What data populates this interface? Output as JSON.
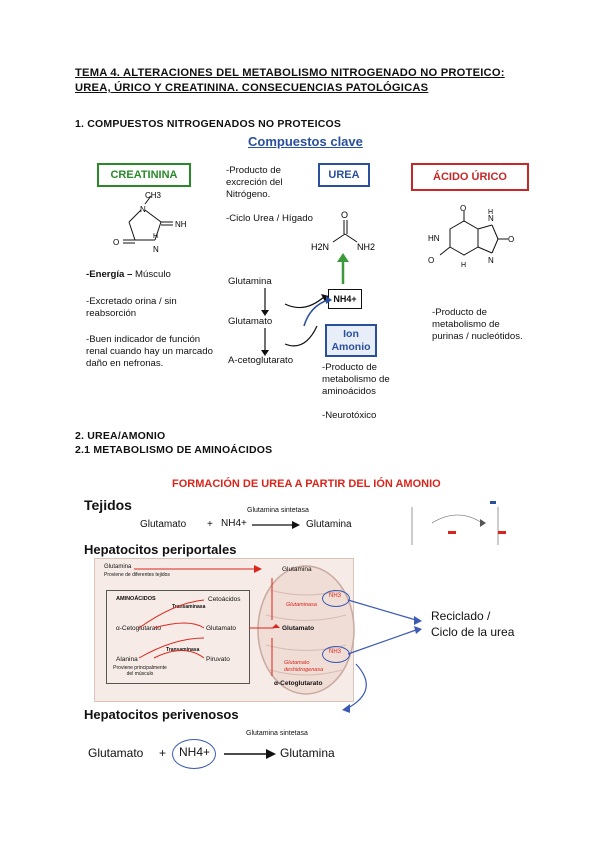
{
  "title": "TEMA 4. ALTERACIONES DEL METABOLISMO NITROGENADO NO PROTEICO: UREA, ÚRICO Y CREATININA. CONSECUENCIAS PATOLÓGICAS",
  "section1": {
    "heading": "1. COMPUESTOS NITROGENADOS NO PROTEICOS",
    "figure_title": "Compuestos clave",
    "creatinina": {
      "label": "CREATININA",
      "struct_labels": {
        "ch3": "CH3",
        "n1": "N",
        "nh": "NH",
        "n2": "N",
        "h": "H",
        "o": "O"
      },
      "energia_bold": "-Energía –",
      "energia_rest": " Músculo",
      "notes2": "-Excretado orina / sin reabsorción",
      "notes3": "-Buen indicador de función renal cuando hay un marcado daño en nefronas."
    },
    "urea": {
      "label": "UREA",
      "prod_note": "-Producto de excreción del Nitrógeno.",
      "cycle_note": "-Ciclo Urea / Hígado",
      "struct_labels": {
        "o": "O",
        "h2n": "H2N",
        "nh2": "NH2"
      },
      "glutamina": "Glutamina",
      "glutamato": "Glutamato",
      "acetoglutarato": "A-cetoglutarato",
      "nh4": "NH4+",
      "ion_amonio": "Ion Amonio",
      "ion_note1": "-Producto de metabolismo de aminoácidos",
      "ion_note2": "-Neurotóxico"
    },
    "acido_urico": {
      "label": "ÁCIDO ÚRICO",
      "struct_labels": {
        "o": "O",
        "hn": "HN",
        "h": "H",
        "n": "N"
      },
      "note": "-Producto de metabolismo de purinas / nucleótidos."
    },
    "colors": {
      "creatinina": "#2a8a2a",
      "urea": "#2a4f9c",
      "acido_urico": "#c62828",
      "green_arrow": "#3c9a3c"
    }
  },
  "section2": {
    "heading": "2. UREA/AMONIO",
    "subheading": "2.1 METABOLISMO DE AMINOÁCIDOS",
    "figure_title": "FORMACIÓN DE UREA A PARTIR DEL IÓN AMONIO",
    "tejidos": {
      "label": "Tejidos",
      "enzyme": "Glutamina sintetasa",
      "glutamato": "Glutamato",
      "plus": "+",
      "nh4": "NH4+",
      "glutamina": "Glutamina"
    },
    "periportales": {
      "label": "Hepatocitos periportales",
      "glutamina_src": "Glutamina",
      "glutamina_src_note": "Proviene de diferentes tejidos",
      "aminoacidos": "AMINOÁCIDOS",
      "transaminasa1": "Transaminasa",
      "cetoacidos": "Cetoácidos",
      "acetoglut": "α-Cetoglutarato",
      "glutamato": "Glutamato",
      "transaminasa2": "Transaminasa",
      "alanina": "Alanina",
      "alanina_note": "Proviene principalmente del músculo",
      "piruvato": "Piruvato",
      "glutamina_m": "Glutamina",
      "nh3a": "NH3",
      "glutaminasa": "Glutaminasa",
      "glutamato_m": "Glutamato",
      "nh3b": "NH3",
      "gdh": "Glutamato deshidrogenasa",
      "acetoglut_m": "α-Cetoglutarato",
      "reciclado": "Reciclado /",
      "ciclo": "Ciclo de la urea"
    },
    "perivenosos": {
      "label": "Hepatocitos perivenosos",
      "enzyme": "Glutamina sintetasa",
      "glutamato": "Glutamato",
      "plus": "+",
      "nh4": "NH4+",
      "glutamina": "Glutamina"
    },
    "colors": {
      "title_red": "#d9261c",
      "panel_bg": "#f6ebe6",
      "arrow_red": "#d9261c",
      "circle_blue": "#3b5bb5"
    }
  }
}
